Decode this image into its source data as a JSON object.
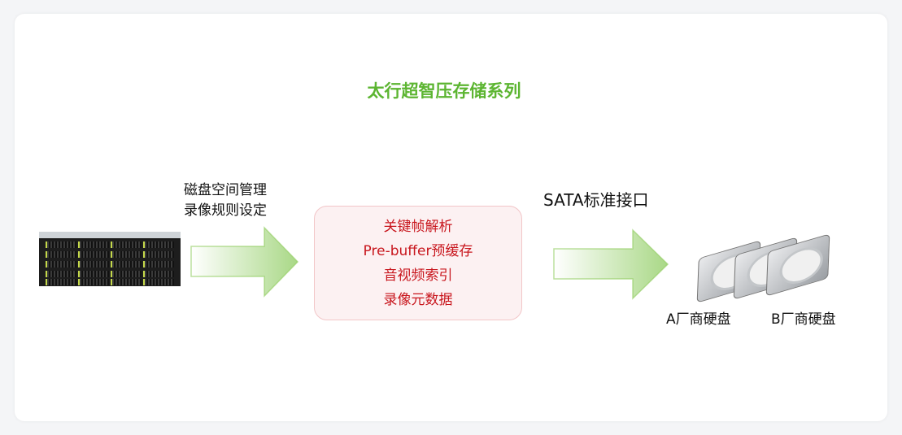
{
  "title": "太行超智压存储系列",
  "left_label": [
    "磁盘空间管理",
    "录像规则设定"
  ],
  "center_box": [
    "关键帧解析",
    "Pre-buffer预缓存",
    "音视频索引",
    "录像元数据"
  ],
  "right_label": "SATA标准接口",
  "disk_labels": [
    "A厂商硬盘",
    "B厂商硬盘"
  ],
  "colors": {
    "title": "#5cb531",
    "box_text": "#c8161d",
    "box_fill": "#fcf1f2",
    "arrow": "#8fcb5d"
  }
}
